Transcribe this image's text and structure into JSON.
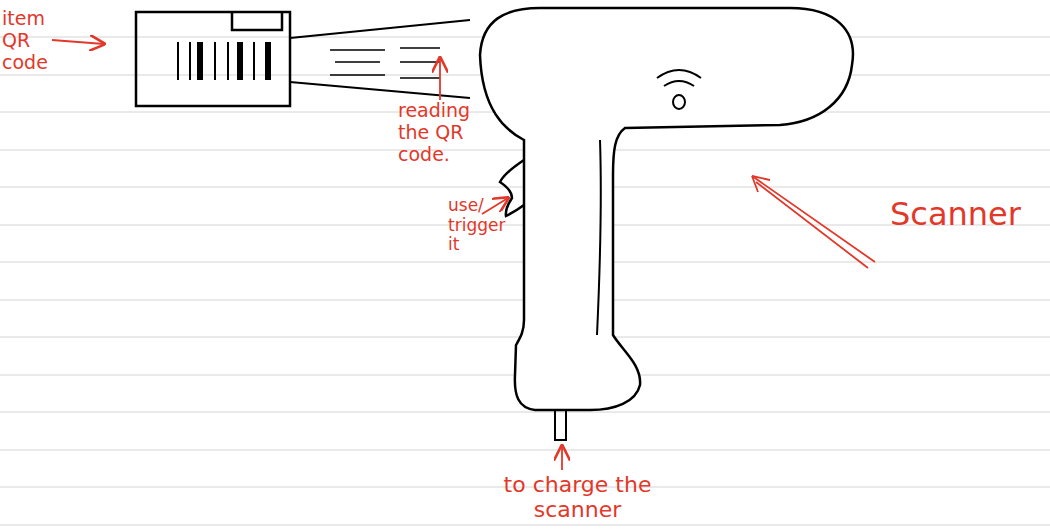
{
  "diagram": {
    "labels": [
      "item QR code",
      "reading the QR code.",
      "use/ trigger it",
      "Scanner",
      "to charge the scanner"
    ]
  }
}
